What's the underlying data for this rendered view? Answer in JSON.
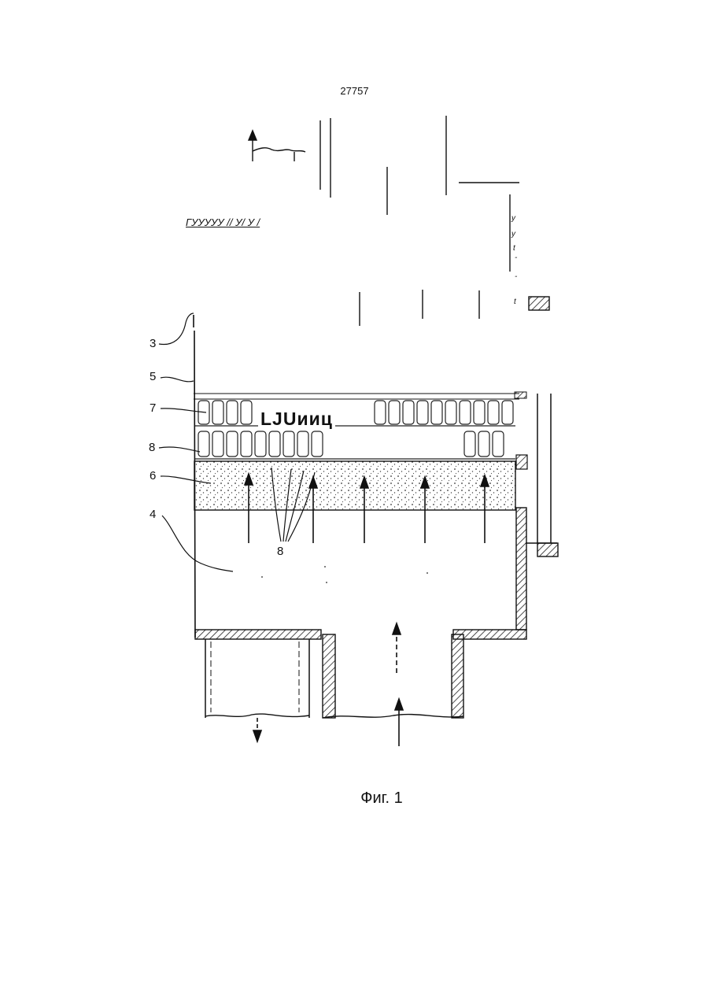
{
  "page_number": "27757",
  "caption": "Фиг. 1",
  "ocr_fragment": "ГУУУУУ // У/ У /",
  "overlay_text": "LJUииц",
  "side_marks": [
    "y",
    "y",
    "t",
    "-",
    "-",
    "t"
  ],
  "labels": [
    {
      "id": "3",
      "text": "3"
    },
    {
      "id": "5",
      "text": "5"
    },
    {
      "id": "7",
      "text": "7"
    },
    {
      "id": "8a",
      "text": "8"
    },
    {
      "id": "6",
      "text": "6"
    },
    {
      "id": "4",
      "text": "4"
    },
    {
      "id": "8b",
      "text": "8"
    }
  ]
}
